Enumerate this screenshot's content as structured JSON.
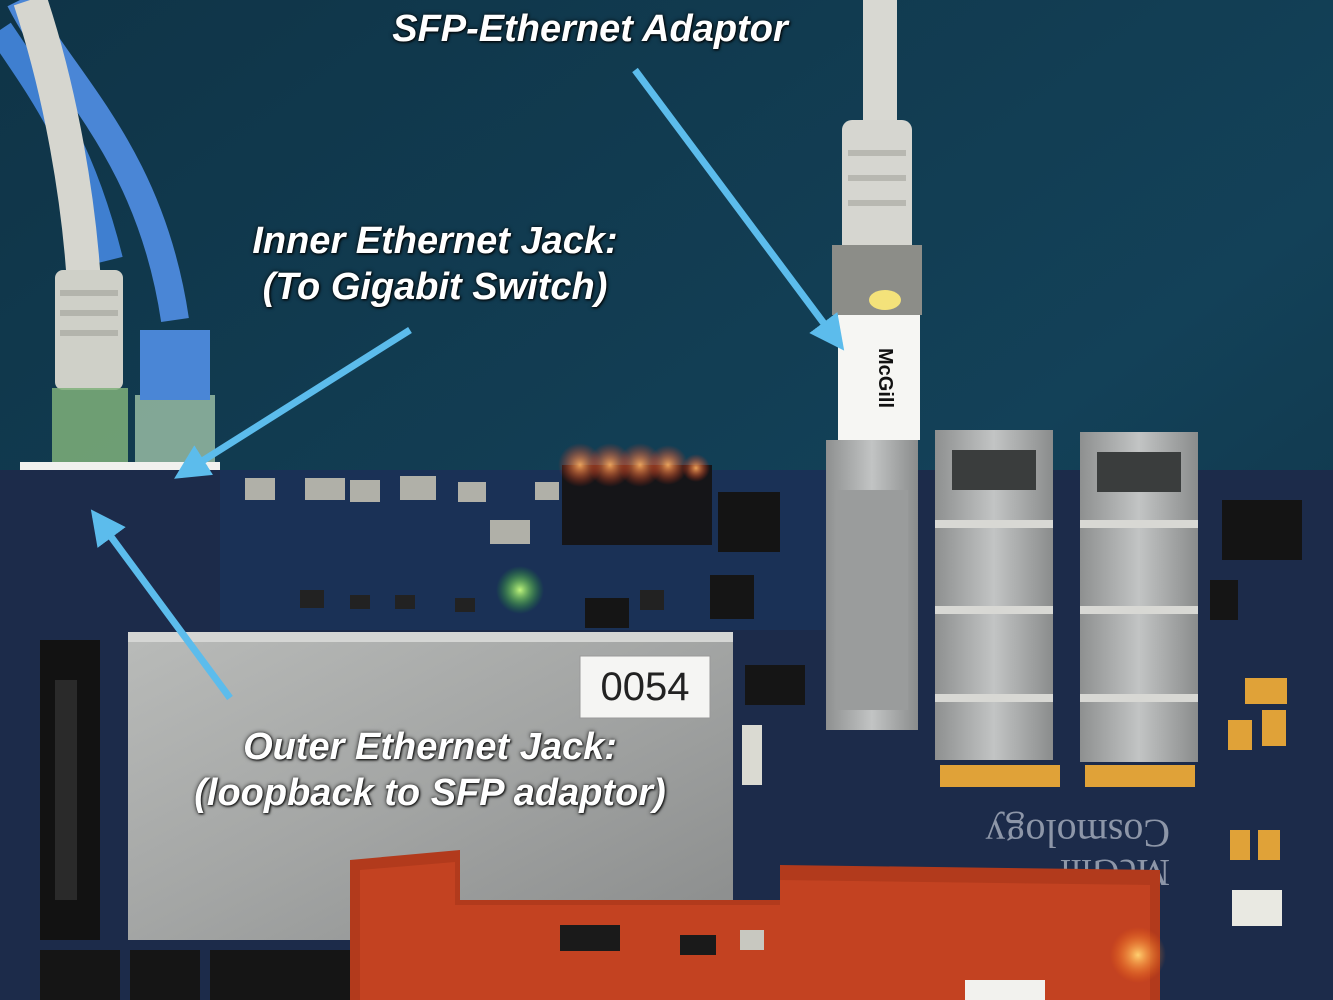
{
  "annotations": {
    "sfp_adaptor": "SFP-Ethernet Adaptor",
    "inner_jack_line1": "Inner Ethernet Jack:",
    "inner_jack_line2": "(To Gigabit Switch)",
    "outer_jack_line1": "Outer Ethernet Jack:",
    "outer_jack_line2": "(loopback to SFP adaptor)"
  },
  "board_labels": {
    "sfp_sticker": "McGill",
    "serial_tag": "0054",
    "silkscreen_text": "Cosmology",
    "silkscreen_logo": "McGill"
  },
  "colors": {
    "background": "#123d52",
    "arrow": "#5cbcec",
    "pcb": "#1c2b4a",
    "shield": "#a8aaa8",
    "label_text": "#ffffff"
  }
}
